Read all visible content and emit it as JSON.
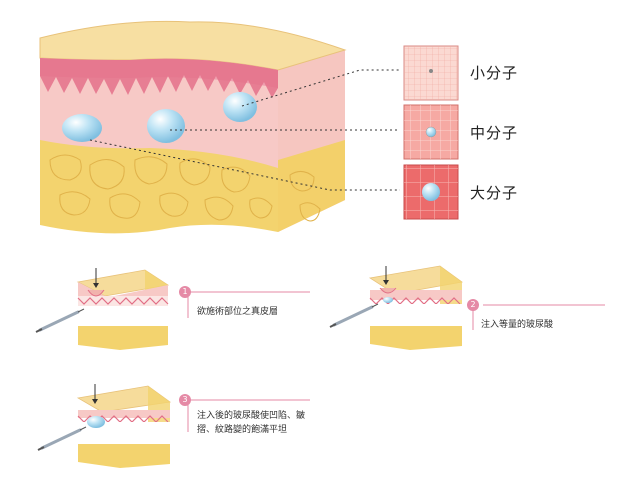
{
  "molecules": {
    "small": "小分子",
    "medium": "中分子",
    "large": "大分子"
  },
  "steps": [
    {
      "number": "1",
      "caption": "欲施術部位之真皮層"
    },
    {
      "number": "2",
      "caption": "注入等量的玻尿酸"
    },
    {
      "number": "3",
      "caption_line1": "注入後的玻尿酸使凹陷、皺",
      "caption_line2": "摺、紋路變的飽滿平坦"
    }
  ],
  "colors": {
    "epidermis_top": "#f6dc9b",
    "dermis": "#f7c9c6",
    "dermis_edge": "#e26f86",
    "fat": "#f3d36e",
    "sphere": "#a8d8f0",
    "swatch_small": "#fbd9d2",
    "swatch_medium": "#f6a9a3",
    "swatch_large": "#ec6b6b",
    "accent_line": "#e58aa6"
  }
}
